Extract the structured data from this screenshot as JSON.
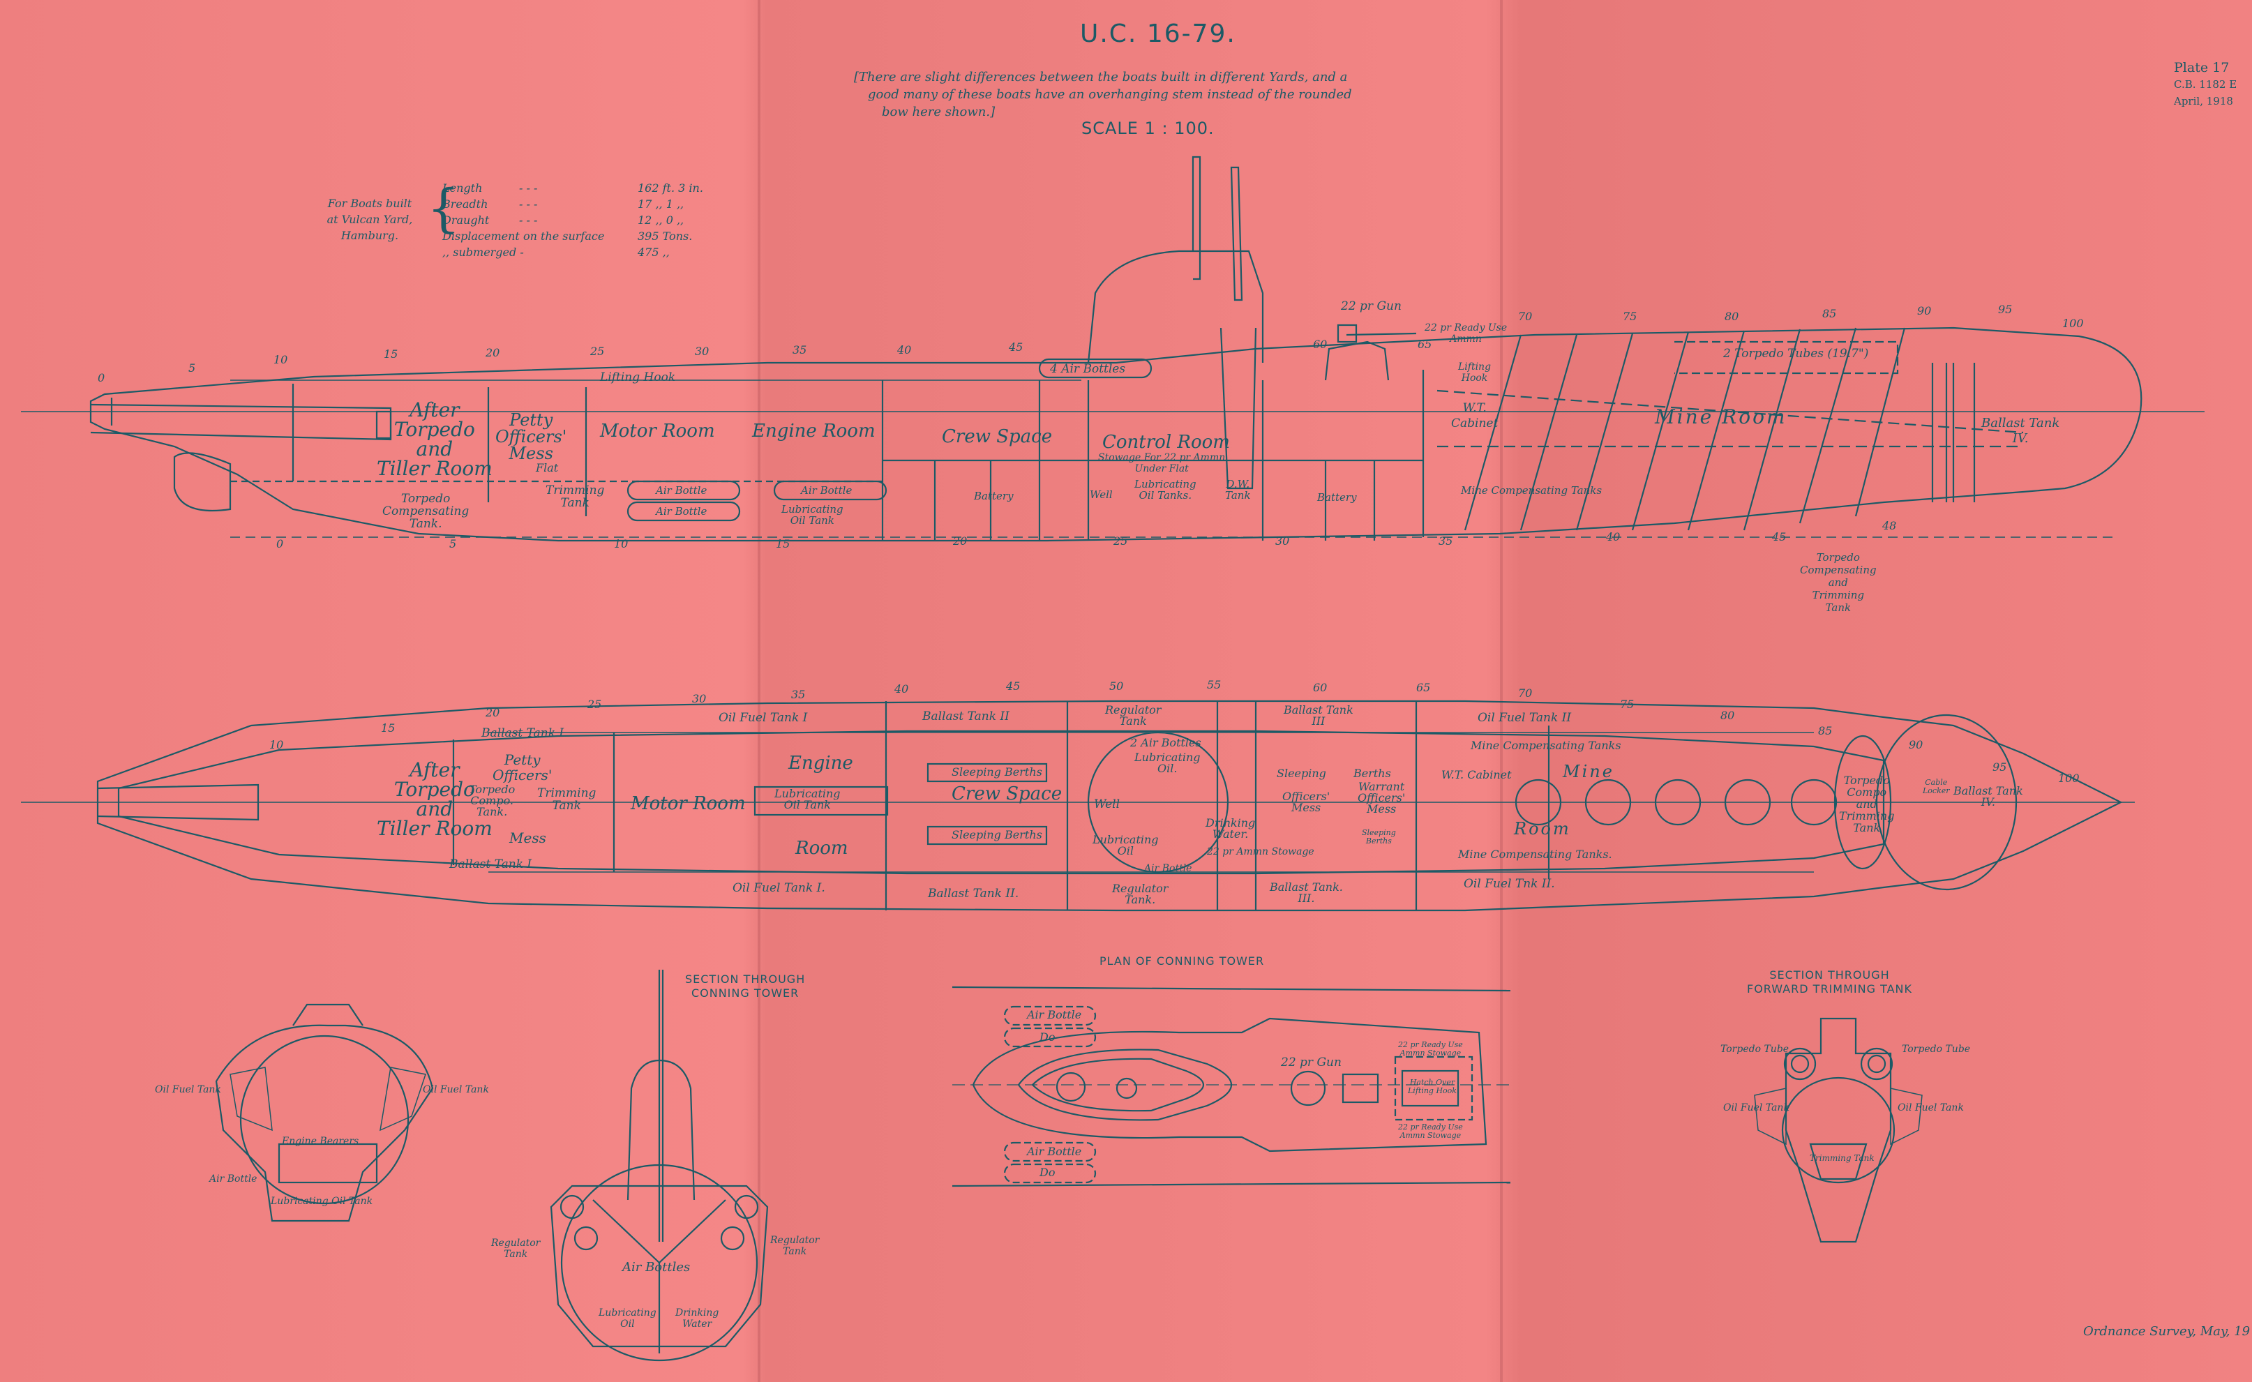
{
  "title": "U.C. 16-79.",
  "note": [
    "[There are slight differences between the boats built in different Yards, and a",
    "good many of these boats have an overhanging stem instead of the rounded",
    "bow here shown.]"
  ],
  "scale": "SCALE 1 : 100.",
  "plate": {
    "number": "Plate 17",
    "ref": "C.B. 1182 E",
    "date": "April, 1918"
  },
  "dimensions": {
    "builder_note": [
      "For Boats built",
      "at Vulcan Yard,",
      "Hamburg."
    ],
    "rows": [
      {
        "label": "Length",
        "dash": "-      -      -",
        "value": "162 ft. 3 in."
      },
      {
        "label": "Breadth",
        "dash": "-      -      -",
        "value": "17  ,,   1  ,,"
      },
      {
        "label": "Draught",
        "dash": "-      -      -",
        "value": "12  ,,   0  ,,"
      },
      {
        "label": "Displacement on the surface",
        "dash": "",
        "value": "395 Tons."
      },
      {
        "label": ",,           submerged  -",
        "dash": "",
        "value": "475    ,,"
      }
    ]
  },
  "profile": {
    "labels": {
      "after_torpedo": [
        "After",
        "Torpedo",
        "and",
        "Tiller Room"
      ],
      "petty": [
        "Petty",
        "Officers'",
        "Mess"
      ],
      "flat": "Flat",
      "motor": "Motor Room",
      "engine": "Engine Room",
      "crew": "Crew Space",
      "control": "Control Room",
      "stowage": [
        "Stowage For 22 pr Ammn",
        "Under Flat"
      ],
      "mine": "Mine Room",
      "ballast4": [
        "Ballast Tank",
        "IV."
      ],
      "lifting": "Lifting Hook",
      "air4": "4 Air Bottles",
      "gun": "22 pr Gun",
      "ready": [
        "22 pr Ready Use",
        "Ammn"
      ],
      "lifting2": [
        "Lifting",
        "Hook"
      ],
      "wt": [
        "W.T.",
        "Cabinet"
      ],
      "tubes": "2 Torpedo Tubes (19.7\")",
      "torp_comp": [
        "Torpedo",
        "Compensating",
        "Tank."
      ],
      "trimming": [
        "Trimming",
        "Tank"
      ],
      "air_a": "Air Bottle",
      "air_b": "Air Bottle",
      "air_c": "Air Bottle",
      "lub": [
        "Lubricating",
        "Oil Tank"
      ],
      "battery1": "Battery",
      "well": "Well",
      "lub2": [
        "Lubricating",
        "Oil Tanks."
      ],
      "dw": [
        "D.W.",
        "Tank"
      ],
      "battery2": "Battery",
      "mine_comp": "Mine Compensating Tanks",
      "fwd_torp": [
        "Torpedo",
        "Compensating",
        "and",
        "Trimming",
        "Tank"
      ]
    },
    "top_numbers": [
      "0",
      "5",
      "10",
      "15",
      "20",
      "25",
      "30",
      "35",
      "40",
      "45",
      "60",
      "65",
      "70",
      "75",
      "80",
      "85",
      "90",
      "95",
      "100"
    ],
    "bottom_numbers": [
      "0",
      "5",
      "10",
      "15",
      "20",
      "25",
      "30",
      "35",
      "40",
      "45",
      "48"
    ]
  },
  "plan": {
    "labels": {
      "after_torpedo": [
        "After",
        "Torpedo",
        "and",
        "Tiller Room"
      ],
      "petty": [
        "Petty",
        "Officers'",
        "Mess"
      ],
      "torpedo_comp": [
        "Torpedo",
        "Compo.",
        "Tank."
      ],
      "trimming": [
        "Trimming",
        "Tank"
      ],
      "motor": "Motor Room",
      "engine": "Engine",
      "room": "Room",
      "lub": [
        "Lubricating",
        "Oil Tank"
      ],
      "crew": "Crew Space",
      "sleeping1": "Sleeping Berths",
      "sleeping2": "Sleeping Berths",
      "well": "Well",
      "air2": "2 Air Bottles",
      "lub_oil1": [
        "Lubricating",
        "Oil."
      ],
      "lub_oil2": [
        "Lubricating",
        "Oil"
      ],
      "drinking": [
        "Drinking",
        "Water."
      ],
      "ammn": "22 pr Ammn Stowage",
      "air_bottle": "Air Bottle",
      "sleeping3": "Sleeping",
      "berths": "Berths",
      "officers": [
        "Officers'",
        "Mess"
      ],
      "warrant": [
        "Warrant",
        "Officers'",
        "Mess"
      ],
      "sleeping4": [
        "Sleeping",
        "Berths"
      ],
      "wt": "W.T. Cabinet",
      "mine": "Mine",
      "room2": "Room",
      "mine_comp1": "Mine Compensating Tanks",
      "mine_comp2": "Mine Compensating Tanks.",
      "fwd": [
        "Torpedo",
        "Compo",
        "and",
        "Trimming",
        "Tank"
      ],
      "cable": [
        "Cable",
        "Locker"
      ],
      "ballast4": [
        "Ballast Tank",
        "IV."
      ],
      "ballast1_top": "Ballast Tank I",
      "ballast1_bot": "Ballast Tank I",
      "oil1_top": "Oil Fuel Tank I",
      "oil1_bot": "Oil Fuel Tank I.",
      "ballast2_top": "Ballast Tank II",
      "ballast2_bot": "Ballast Tank II.",
      "reg_top": [
        "Regulator",
        "Tank"
      ],
      "reg_bot": [
        "Regulator",
        "Tank."
      ],
      "ballast3_top": [
        "Ballast Tank",
        "III"
      ],
      "ballast3_bot": [
        "Ballast Tank.",
        "III."
      ],
      "oil2_top": "Oil Fuel Tank II",
      "oil2_bot": "Oil Fuel Tnk II."
    },
    "numbers": [
      "10",
      "15",
      "20",
      "25",
      "30",
      "35",
      "40",
      "45",
      "50",
      "55",
      "60",
      "65",
      "70",
      "75",
      "80",
      "85",
      "90",
      "95",
      "100"
    ]
  },
  "section_after": {
    "labels": {
      "oil_l": "Oil Fuel Tank",
      "oil_r": "Oil Fuel Tank",
      "engine": "Engine Bearers",
      "air": "Air Bottle",
      "lub": "Lubricating Oil Tank"
    }
  },
  "section_conning": {
    "caption": [
      "SECTION THROUGH",
      "CONNING TOWER"
    ],
    "labels": {
      "reg_l": [
        "Regulator",
        "Tank"
      ],
      "reg_r": [
        "Regulator",
        "Tank"
      ],
      "air": "Air Bottles",
      "lub": [
        "Lubricating",
        "Oil"
      ],
      "drink": [
        "Drinking",
        "Water"
      ]
    }
  },
  "plan_conning": {
    "caption": "PLAN OF CONNING TOWER",
    "labels": {
      "air1": "Air Bottle",
      "do1": "Do",
      "air2": "Air Bottle",
      "do2": "Do",
      "gun": "22 pr Gun",
      "ready1": [
        "22 pr Ready Use",
        "Ammn Stowage"
      ],
      "hatch": [
        "Hatch Over",
        "Lifting Hook"
      ],
      "ready2": [
        "22 pr Ready Use",
        "Ammn Stowage"
      ]
    }
  },
  "section_forward": {
    "caption": [
      "SECTION THROUGH",
      "FORWARD TRIMMING TANK"
    ],
    "labels": {
      "tube_l": "Torpedo Tube",
      "tube_r": "Torpedo Tube",
      "oil_l": "Oil Fuel Tank",
      "oil_r": "Oil Fuel Tank",
      "trim": "Trimming Tank"
    }
  },
  "imprint": "Ordnance Survey, May, 19",
  "colors": {
    "paper": "#f08080",
    "ink": "#1c5a66"
  }
}
